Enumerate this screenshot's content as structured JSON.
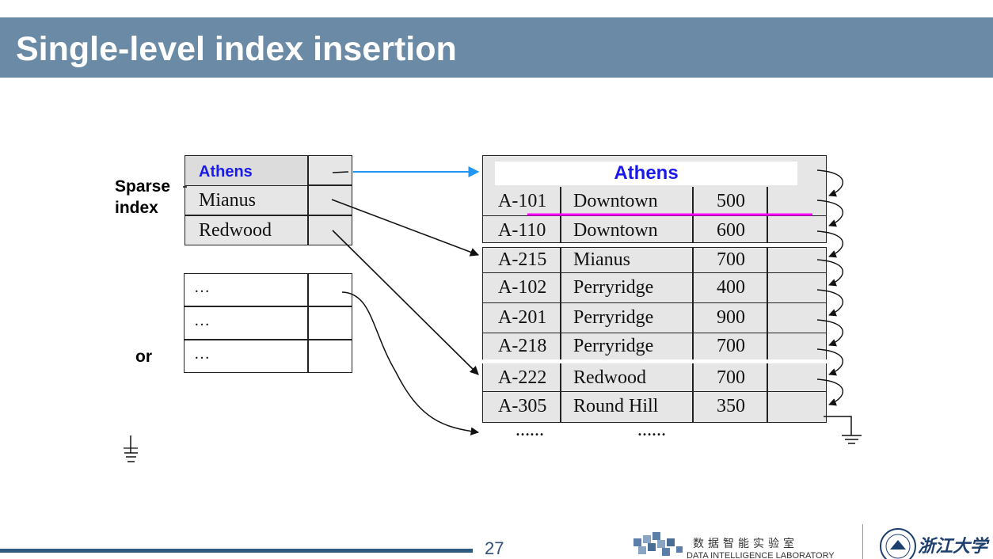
{
  "title": "Single-level index insertion",
  "labels": {
    "sparse_index_line1": "Sparse",
    "sparse_index_line2": "index",
    "or": "or"
  },
  "sparse_index": {
    "keys": [
      "Athens",
      "Mianus",
      "Redwood"
    ],
    "new_key": "Athens"
  },
  "alt_index": {
    "rows": [
      "…",
      "…",
      "…"
    ]
  },
  "file": {
    "new_record": "Athens",
    "records": [
      {
        "account": "A-101",
        "branch": "Downtown",
        "balance": "500"
      },
      {
        "account": "A-110",
        "branch": "Downtown",
        "balance": "600"
      },
      {
        "account": "A-215",
        "branch": "Mianus",
        "balance": "700"
      },
      {
        "account": "A-102",
        "branch": "Perryridge",
        "balance": "400"
      },
      {
        "account": "A-201",
        "branch": "Perryridge",
        "balance": "900"
      },
      {
        "account": "A-218",
        "branch": "Perryridge",
        "balance": "700"
      },
      {
        "account": "A-222",
        "branch": "Redwood",
        "balance": "700"
      },
      {
        "account": "A-305",
        "branch": "Round Hill",
        "balance": "350"
      }
    ],
    "continuation_left": "……",
    "continuation_right": "……"
  },
  "footer": {
    "slide_number": "27",
    "lab_name_cn": "数据智能实验室",
    "lab_name_en": "DATA INTELLIGENCE LABORATORY",
    "university_cn": "浙江大学"
  },
  "colors": {
    "title_bar": "#6b8aa5",
    "new_key_text": "#1a1aee",
    "insert_arrow": "#2196f3",
    "deletion_line": "#ff00ff"
  }
}
